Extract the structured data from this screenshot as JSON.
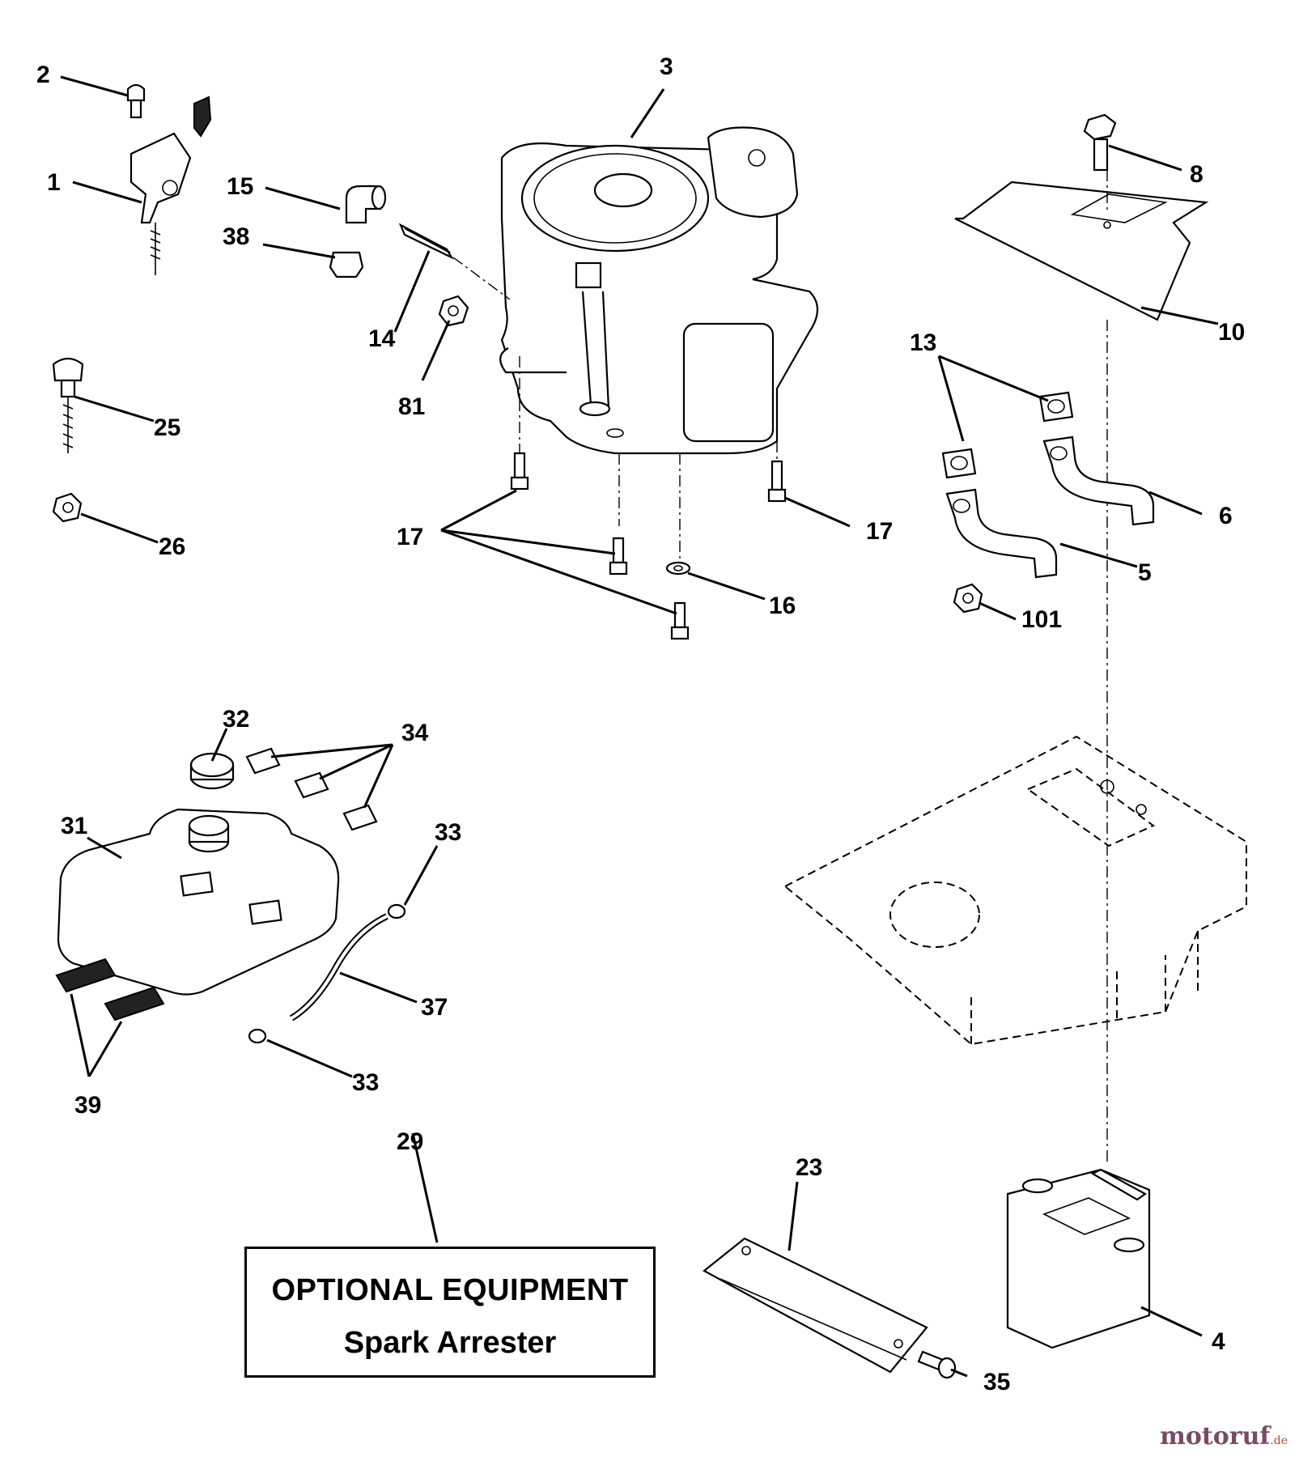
{
  "callouts": {
    "c1": "1",
    "c2": "2",
    "c3": "3",
    "c4": "4",
    "c5": "5",
    "c6": "6",
    "c8": "8",
    "c10": "10",
    "c13": "13",
    "c14": "14",
    "c15": "15",
    "c16": "16",
    "c17a": "17",
    "c17b": "17",
    "c23": "23",
    "c25": "25",
    "c26": "26",
    "c29": "29",
    "c31": "31",
    "c32": "32",
    "c33a": "33",
    "c33b": "33",
    "c34": "34",
    "c35": "35",
    "c37": "37",
    "c38": "38",
    "c39": "39",
    "c81": "81",
    "c101": "101"
  },
  "optional_box": {
    "title": "OPTIONAL EQUIPMENT",
    "subtitle": "Spark Arrester"
  },
  "watermark": {
    "brand": "motoruf",
    "tld": ".de"
  }
}
